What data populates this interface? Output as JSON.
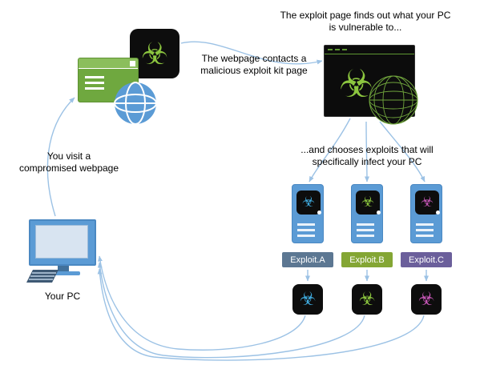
{
  "diagram": {
    "captions": {
      "exploit_finds": "The exploit page finds out what your PC\nis vulnerable to...",
      "webpage_contacts": "The webpage contacts a\nmalicious exploit kit page",
      "chooses_exploits": "...and chooses exploits that will\nspecifically infect your PC",
      "you_visit": "You visit a\ncompromised webpage",
      "your_pc": "Your PC"
    },
    "exploits": [
      {
        "label": "Exploit.A",
        "badge_color": "#5C7792",
        "payload_color": "#3FA9DC"
      },
      {
        "label": "Exploit.B",
        "badge_color": "#84A634",
        "payload_color": "#8CC63F"
      },
      {
        "label": "Exploit.C",
        "badge_color": "#6B5F9B",
        "payload_color": "#C355B4"
      }
    ],
    "icons": {
      "biohazard": "☣"
    },
    "colors": {
      "malware_green": "#8CC63F",
      "icon_black": "#0D0D0D",
      "device_blue": "#5B9BD5",
      "arrow_blue": "#9CC2E5",
      "webpage_green": "#6FA83F"
    }
  }
}
